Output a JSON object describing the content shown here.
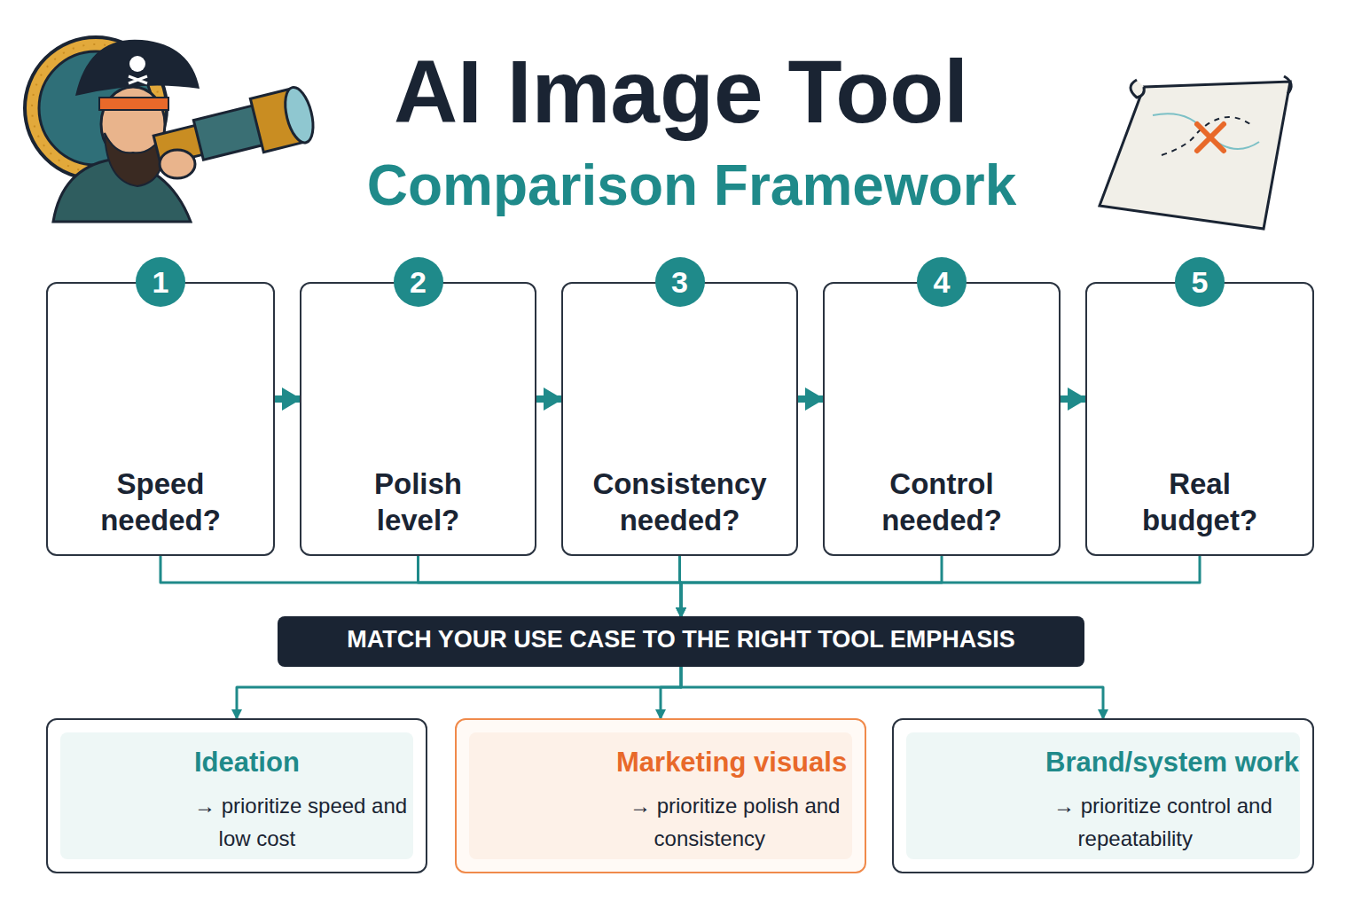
{
  "diagram": {
    "title": "AI Image Tool",
    "nodes": [
      {
        "text": [
          "1",
          "Speed needed?"
        ]
      },
      {
        "text": [
          "2",
          "Polish level?"
        ]
      },
      {
        "text": [
          "3",
          "Consistency needed?"
        ]
      },
      {
        "text": [
          "4",
          "Control needed?"
        ]
      },
      {
        "text": [
          "5",
          "Real budget?"
        ]
      },
      {
        "text": [
          "MATCH YOUR USE CASE TO THE RIGHT TOOL EMPHASIS"
        ]
      },
      {
        "text": [
          "Ideation",
          "→ prioritize speed and low cost"
        ]
      },
      {
        "text": [
          "Marketing visuals",
          "→ prioritize polish and consistency"
        ]
      },
      {
        "text": [
          "Brand/system work",
          "→ prioritize control and repeatability"
        ]
      }
    ],
    "edges": [
      {
        "from": 0,
        "to": 1,
        "arrow": "to"
      },
      {
        "from": 1,
        "to": 2,
        "arrow": "to"
      },
      {
        "from": 2,
        "to": 3,
        "arrow": "to"
      },
      {
        "from": 3,
        "to": 4,
        "arrow": "to"
      },
      {
        "from": 0,
        "to": 5,
        "arrow": "to"
      },
      {
        "from": 1,
        "to": 5,
        "arrow": "to"
      },
      {
        "from": 2,
        "to": 5,
        "arrow": "to"
      },
      {
        "from": 3,
        "to": 5,
        "arrow": "to"
      },
      {
        "from": 4,
        "to": 5,
        "arrow": "to"
      },
      {
        "from": 5,
        "to": 6,
        "arrow": "to"
      },
      {
        "from": 5,
        "to": 7,
        "arrow": "to"
      },
      {
        "from": 5,
        "to": 8,
        "arrow": "to"
      }
    ],
    "labels": [
      "Comparison Framework",
      "$"
    ]
  }
}
